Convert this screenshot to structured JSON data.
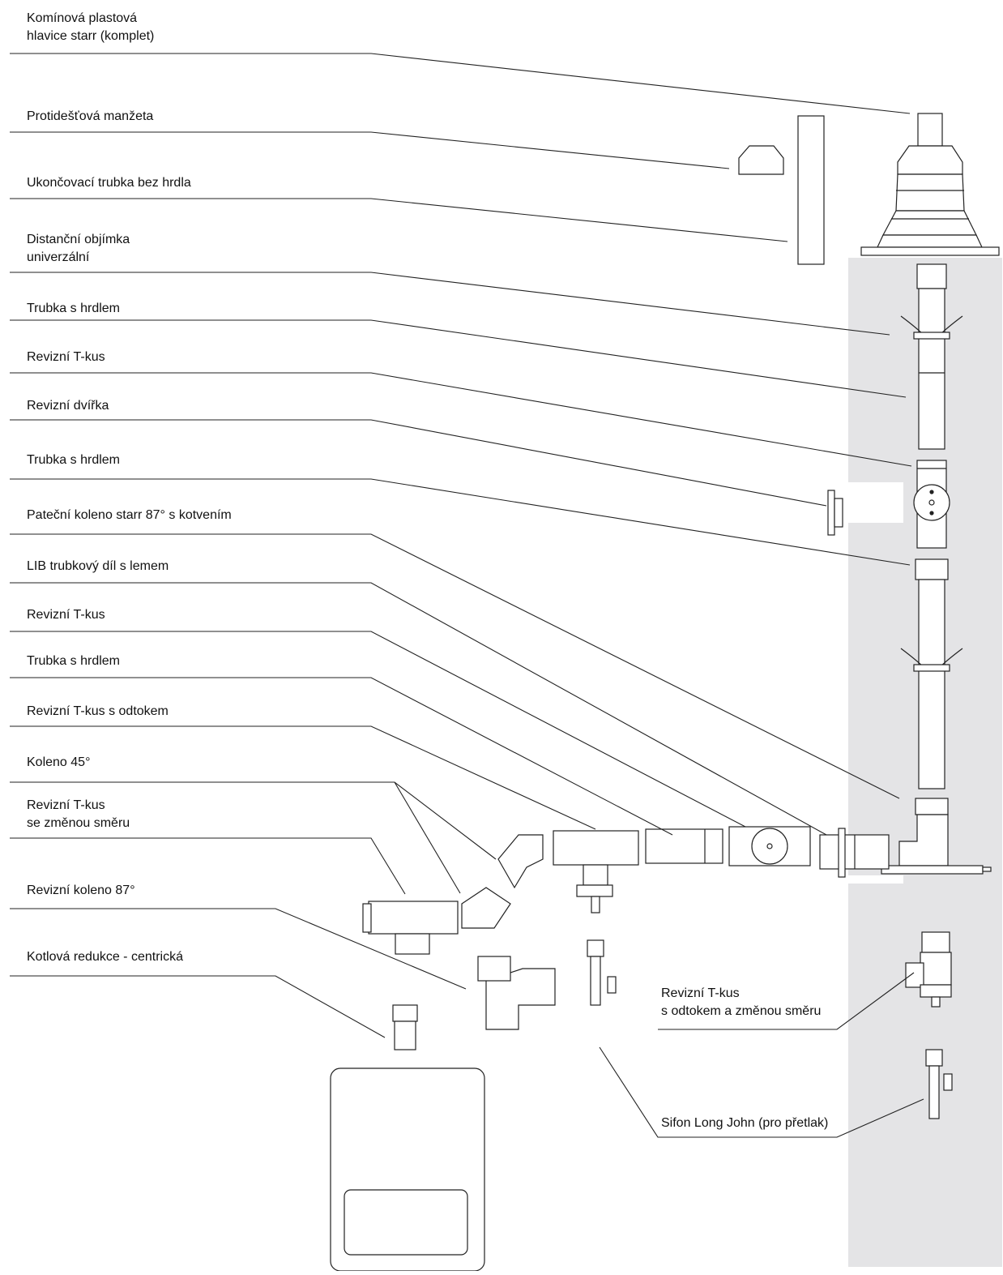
{
  "labels": [
    {
      "id": "chimney-cap",
      "lines": [
        "Komínová plastová",
        "hlavice starr (komplet)"
      ]
    },
    {
      "id": "rain-collar",
      "lines": [
        "Protidešťová manžeta"
      ]
    },
    {
      "id": "end-pipe",
      "lines": [
        "Ukončovací trubka bez hrdla"
      ]
    },
    {
      "id": "spacer-clamp",
      "lines": [
        "Distanční objímka",
        "univerzální"
      ]
    },
    {
      "id": "pipe-1",
      "lines": [
        "Trubka s hrdlem"
      ]
    },
    {
      "id": "tee-1",
      "lines": [
        "Revizní T-kus"
      ]
    },
    {
      "id": "inspection-door",
      "lines": [
        "Revizní dvířka"
      ]
    },
    {
      "id": "pipe-2",
      "lines": [
        "Trubka s hrdlem"
      ]
    },
    {
      "id": "base-elbow",
      "lines": [
        "Pateční koleno starr 87° s kotvením"
      ]
    },
    {
      "id": "lib-pipe",
      "lines": [
        "LIB trubkový díl s lemem"
      ]
    },
    {
      "id": "tee-2",
      "lines": [
        "Revizní T-kus"
      ]
    },
    {
      "id": "pipe-3",
      "lines": [
        "Trubka s hrdlem"
      ]
    },
    {
      "id": "tee-drain",
      "lines": [
        "Revizní T-kus s odtokem"
      ]
    },
    {
      "id": "elbow-45",
      "lines": [
        "Koleno 45°"
      ]
    },
    {
      "id": "tee-direction",
      "lines": [
        "Revizní T-kus",
        "se změnou směru"
      ]
    },
    {
      "id": "elbow-87",
      "lines": [
        "Revizní koleno 87°"
      ]
    },
    {
      "id": "boiler-reducer",
      "lines": [
        "Kotlová redukce - centrická"
      ]
    },
    {
      "id": "tee-drain-direction",
      "lines": [
        "Revizní T-kus",
        "s odtokem a změnou směru"
      ]
    },
    {
      "id": "siphon",
      "lines": [
        "Sifon Long John (pro přetlak)"
      ]
    }
  ]
}
